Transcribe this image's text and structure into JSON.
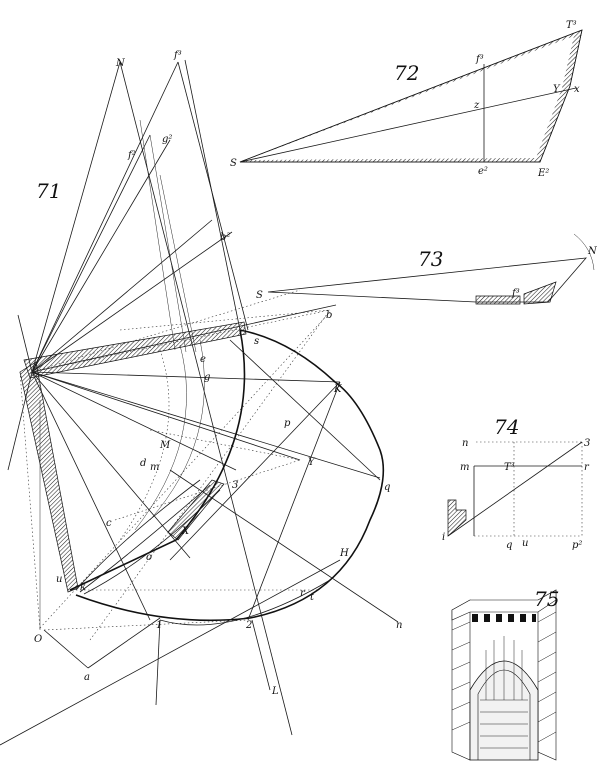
{
  "figures": {
    "fig71": {
      "number": "71",
      "labels": {
        "N": "N",
        "f3": "f³",
        "f2": "f²",
        "g2": "g²",
        "b2": "b²",
        "Y": "Y",
        "K": "K",
        "q": "q",
        "H": "H",
        "r": "r",
        "M": "M",
        "X": "X",
        "O": "O",
        "L": "L",
        "n": "n",
        "a": "a",
        "b": "b",
        "g": "g",
        "c": "c",
        "o": "o",
        "d": "d",
        "e": "e",
        "p": "p",
        "s": "s",
        "t": "t",
        "u": "u",
        "k": "k",
        "m": "m",
        "one": "1",
        "two": "2",
        "three": "3"
      }
    },
    "fig72": {
      "number": "72",
      "labels": {
        "T3": "T³",
        "f3": "f³",
        "z": "z",
        "Y": "Y",
        "x": "x",
        "S": "S",
        "E2": "E²",
        "e2": "e²"
      }
    },
    "fig73": {
      "number": "73",
      "labels": {
        "S": "S",
        "f3": "f³",
        "N": "N"
      }
    },
    "fig74": {
      "number": "74",
      "labels": {
        "n": "n",
        "three": "3",
        "m": "m",
        "T3": "T³",
        "r": "r",
        "i": "i",
        "q": "q",
        "u": "u",
        "p2": "p²"
      }
    },
    "fig75": {
      "number": "75"
    }
  }
}
